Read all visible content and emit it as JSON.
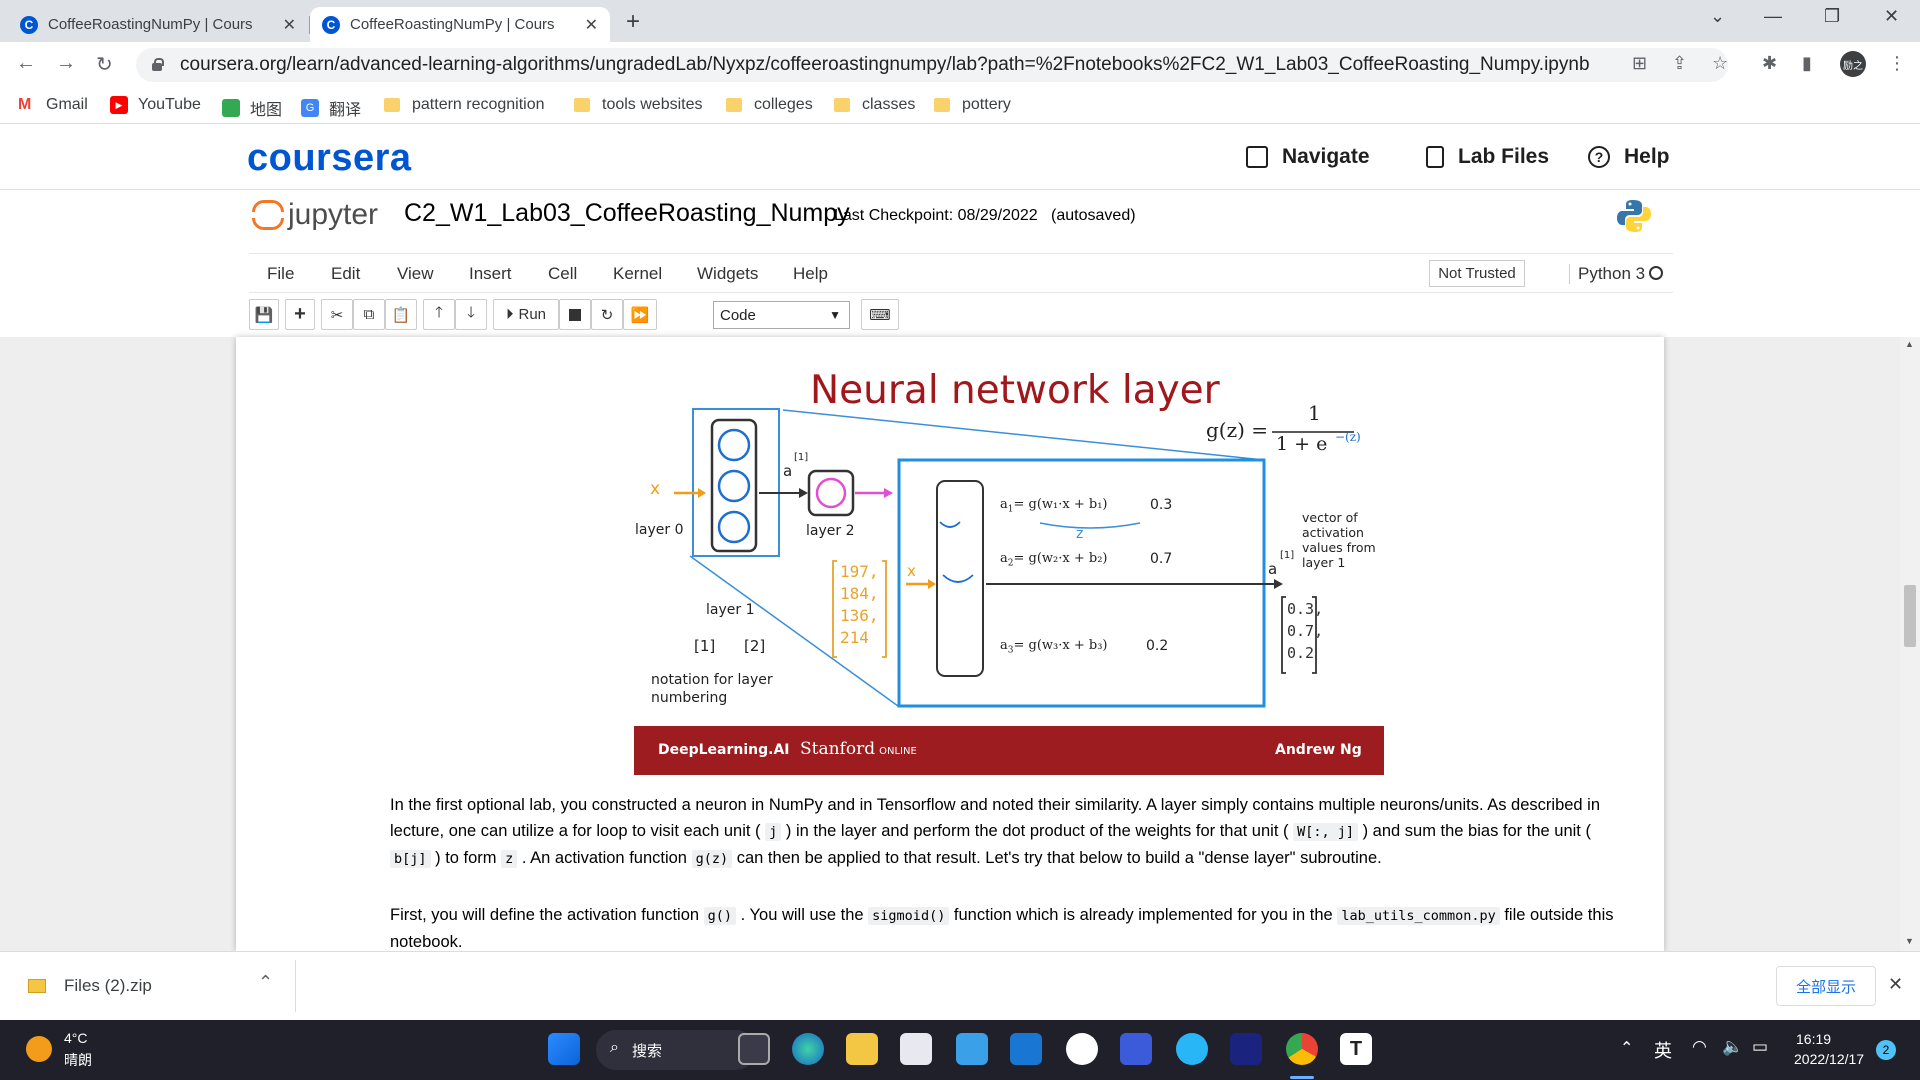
{
  "browser": {
    "tabs": [
      {
        "title": "CoffeeRoastingNumPy | Cours",
        "active": false
      },
      {
        "title": "CoffeeRoastingNumPy | Cours",
        "active": true
      }
    ],
    "url": "coursera.org/learn/advanced-learning-algorithms/ungradedLab/Nyxpz/coffeeroastingnumpy/lab?path=%2Fnotebooks%2FC2_W1_Lab03_CoffeeRoasting_Numpy.ipynb",
    "profile_label": "励之",
    "bookmarks": [
      {
        "label": "Gmail",
        "icon": "gmail-icon"
      },
      {
        "label": "YouTube",
        "icon": "youtube-icon"
      },
      {
        "label": "地图",
        "icon": "maps-icon"
      },
      {
        "label": "翻译",
        "icon": "translate-icon"
      },
      {
        "label": "pattern recognition",
        "icon": "folder-icon"
      },
      {
        "label": "tools websites",
        "icon": "folder-icon"
      },
      {
        "label": "colleges",
        "icon": "folder-icon"
      },
      {
        "label": "classes",
        "icon": "folder-icon"
      },
      {
        "label": "pottery",
        "icon": "folder-icon"
      }
    ]
  },
  "coursera": {
    "logo": "coursera",
    "nav": {
      "navigate": "Navigate",
      "lab_files": "Lab Files",
      "help": "Help"
    }
  },
  "jupyter": {
    "logo_text": "jupyter",
    "notebook_name": "C2_W1_Lab03_CoffeeRoasting_Numpy",
    "checkpoint": "Last Checkpoint: 08/29/2022",
    "autosaved": "(autosaved)",
    "menu": [
      "File",
      "Edit",
      "View",
      "Insert",
      "Cell",
      "Kernel",
      "Widgets",
      "Help"
    ],
    "trusted": "Not Trusted",
    "kernel": "Python 3",
    "run_label": "Run",
    "cell_type": "Code"
  },
  "slide": {
    "title": "Neural network layer",
    "formula_lhs": "g(z) =",
    "formula_num": "1",
    "formula_den": "1 + e",
    "formula_exp": "−(z)",
    "x_label": "x",
    "layer0": "layer 0",
    "layer1": "layer 1",
    "layer2": "layer 2",
    "notation_1": "[1]",
    "notation_2": "[2]",
    "notation_desc_1": "notation for layer",
    "notation_desc_2": "numbering",
    "a1_label": "a",
    "a1_sup": "[1]",
    "unit_eq_1": "= g(w₁·x + b₁)",
    "unit_eq_2": "= g(w₂·x + b₂)",
    "unit_eq_3": "= g(w₃·x + b₃)",
    "unit_val_1": "0.3",
    "unit_val_2": "0.7",
    "unit_val_3": "0.2",
    "z_label": "z",
    "vector_desc": [
      "vector of",
      "activation",
      "values from",
      "layer 1"
    ],
    "vector_vals": [
      "0.3,",
      "0.7,",
      "0.2"
    ],
    "hw_inputs": [
      "197,",
      "184,",
      "136,",
      "214"
    ],
    "footer_left": "DeepLearning.AI",
    "footer_mid": "Stanford",
    "footer_mid_sub": "ONLINE",
    "footer_right": "Andrew Ng"
  },
  "prose": {
    "p1_a": "In the first optional lab, you constructed a neuron in NumPy and in Tensorflow and noted their similarity. A layer simply contains multiple neurons/units. As described in lecture, one can utilize a for loop to visit each unit (",
    "p1_j": "j",
    "p1_b": ") in the layer and perform the dot product of the weights for that unit (",
    "p1_w": "W[:, j]",
    "p1_c": ") and sum the bias for the unit (",
    "p1_bj": "b[j]",
    "p1_d": ") to form",
    "p1_z": "z",
    "p1_e": ". An activation function",
    "p1_g": "g(z)",
    "p1_f": "can then be applied to that result. Let's try that below to build a \"dense layer\" subroutine.",
    "p2_a": "First, you will define the activation function",
    "p2_g": "g()",
    "p2_b": ". You will use the",
    "p2_sig": "sigmoid()",
    "p2_c": "function which is already implemented for you in the",
    "p2_file": "lab_utils_common.py",
    "p2_d": "file outside this notebook."
  },
  "downloads": {
    "file": "Files (2).zip",
    "show_all": "全部显示"
  },
  "taskbar": {
    "weather_temp": "4°C",
    "weather_desc": "晴朗",
    "search": "搜索",
    "lang": "英",
    "time": "16:19",
    "date": "2022/12/17",
    "badge": "2"
  },
  "colors": {
    "coursera_blue": "#0056d2",
    "slide_red": "#9c1c1f",
    "jupyter_orange": "#f37726"
  }
}
